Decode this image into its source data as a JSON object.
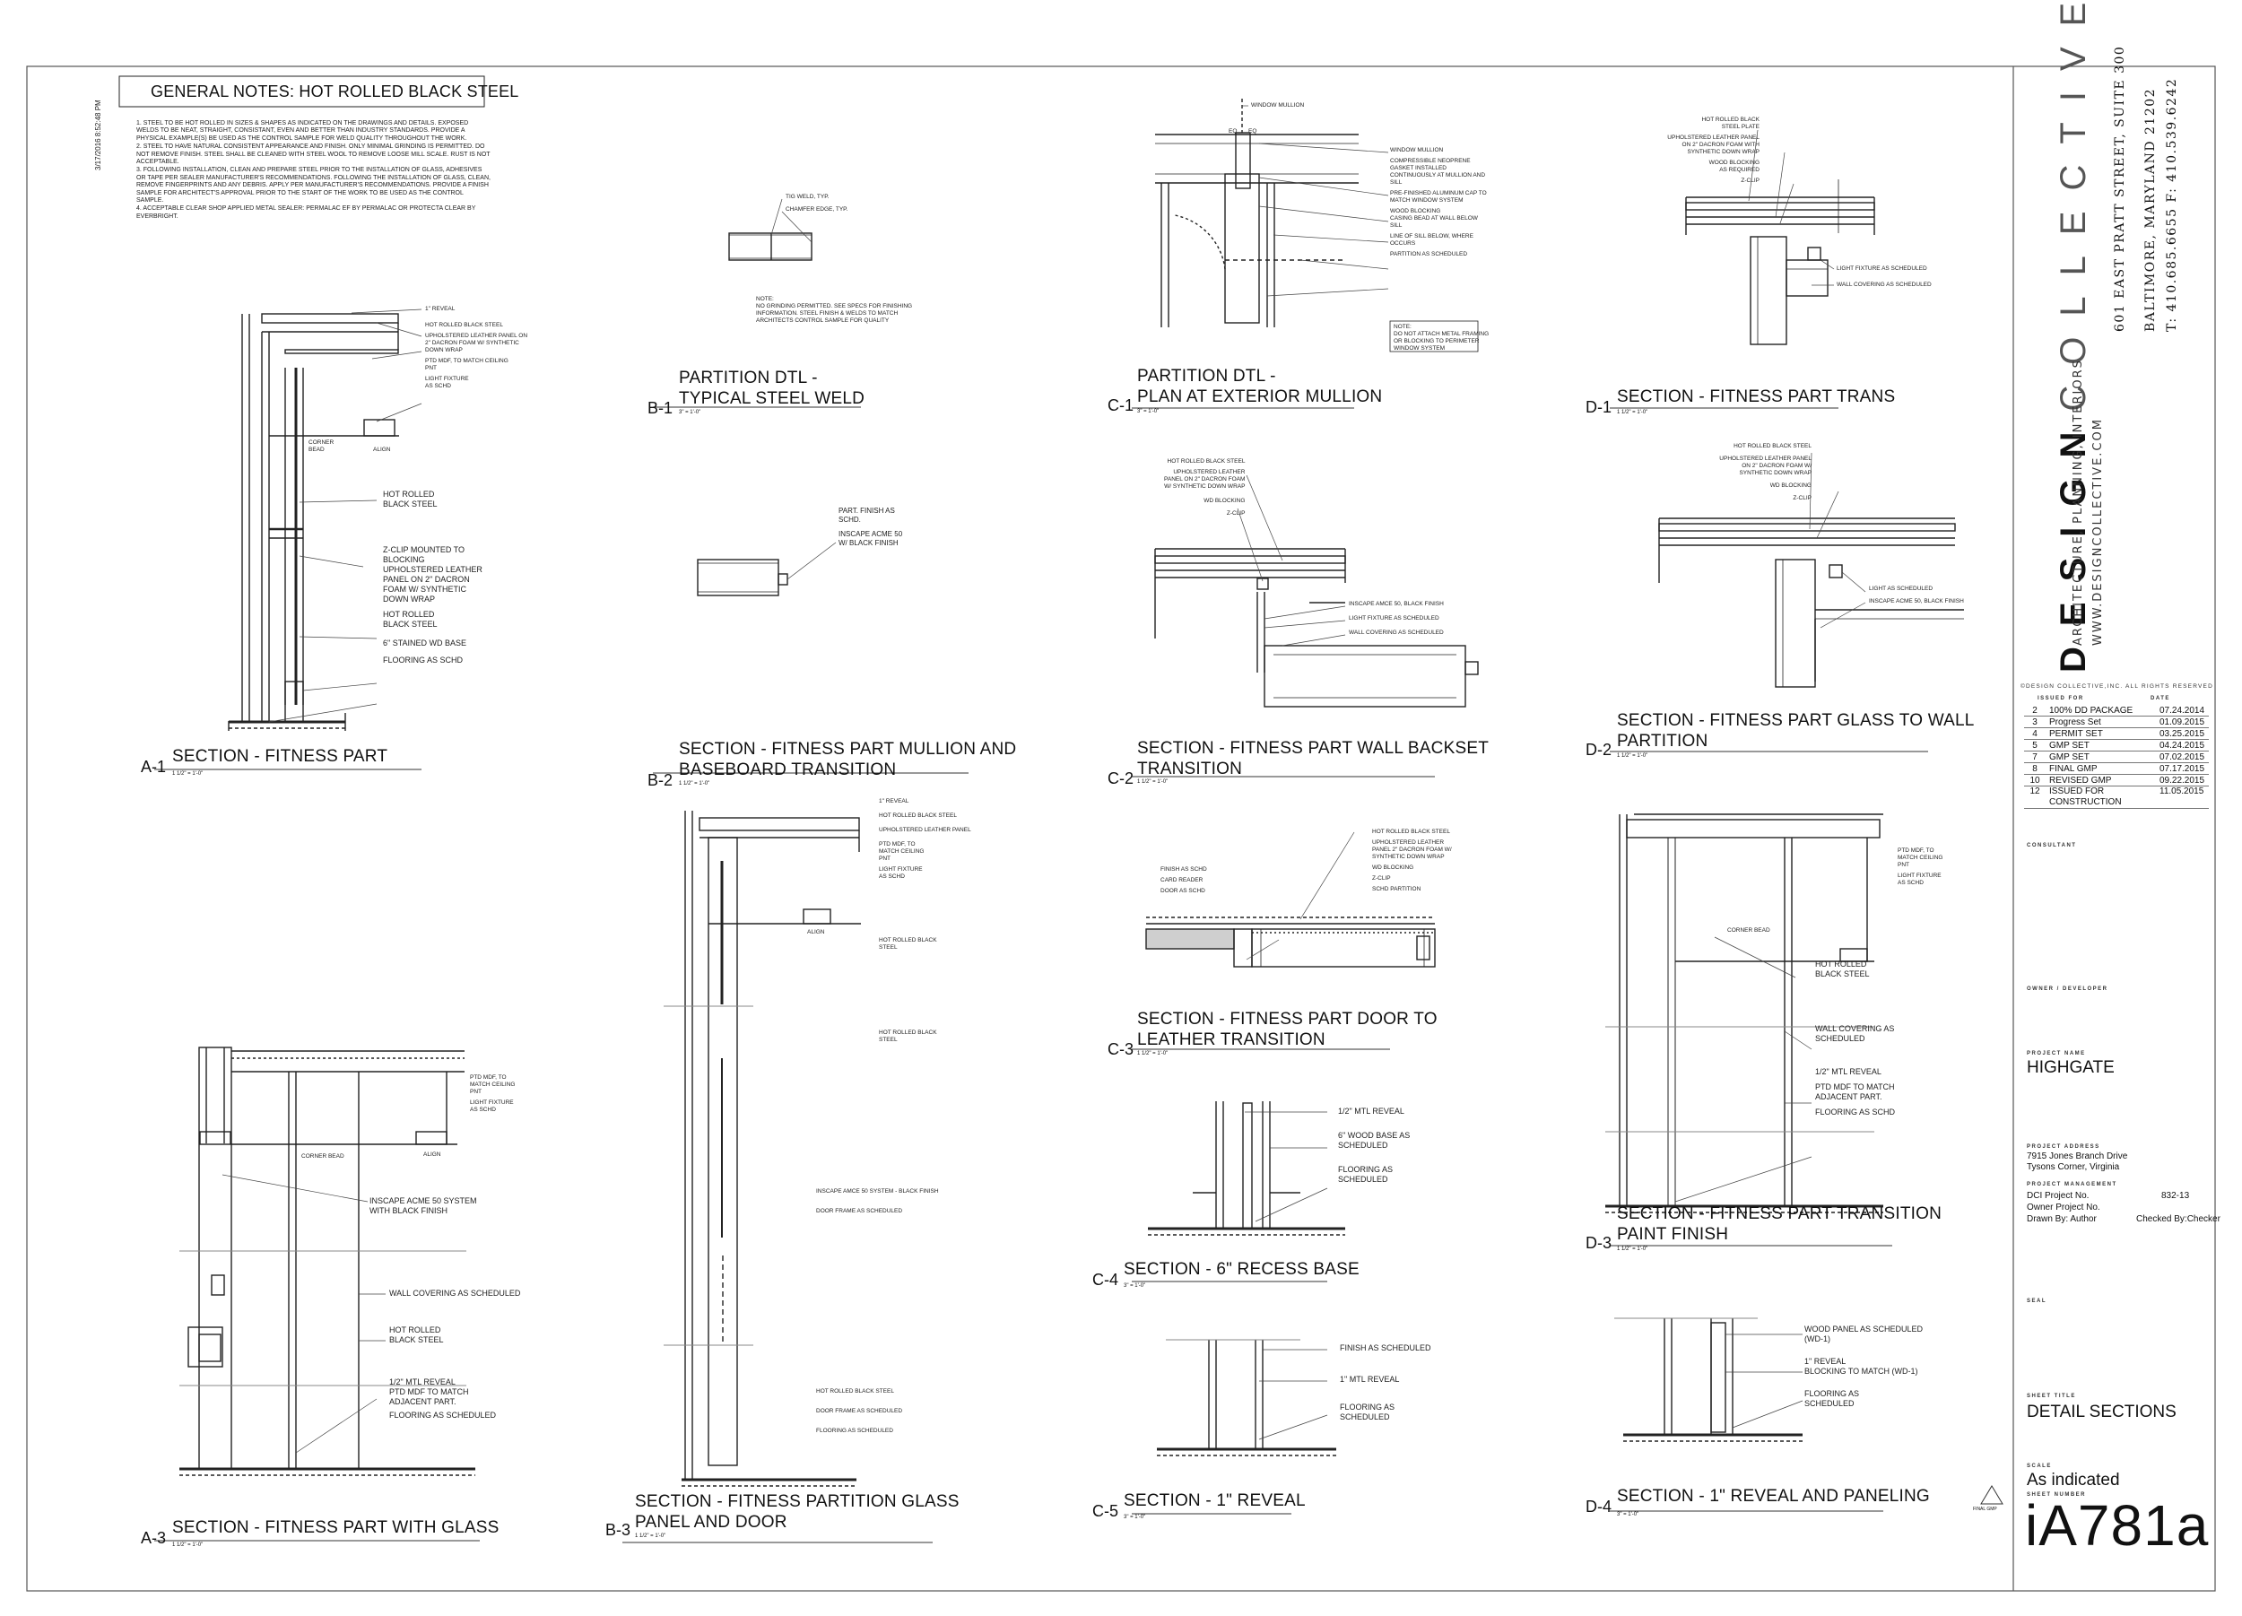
{
  "timestamp": "3/17/2016 8:52:48 PM",
  "general_notes": {
    "title": "GENERAL NOTES: HOT ROLLED BLACK STEEL",
    "items": [
      "1.   STEEL TO BE HOT ROLLED IN SIZES & SHAPES AS INDICATED ON THE DRAWINGS AND DETAILS. EXPOSED WELDS TO BE NEAT, STRAIGHT, CONSISTANT, EVEN AND BETTER THAN INDUSTRY STANDARDS. PROVIDE A PHYSICAL EXAMPLE(S) BE USED AS THE CONTROL SAMPLE FOR WELD QUALITY THROUGHOUT THE WORK.",
      "2.   STEEL TO HAVE NATURAL CONSISTENT APPEARANCE AND FINISH. ONLY MINIMAL GRINDING IS PERMITTED. DO NOT REMOVE FINISH. STEEL SHALL BE CLEANED WITH STEEL WOOL TO REMOVE LOOSE MILL SCALE. RUST IS NOT ACCEPTABLE.",
      "3.   FOLLOWING INSTALLATION, CLEAN AND PREPARE STEEL PRIOR TO THE INSTALLATION OF GLASS, ADHESIVES OR TAPE PER SEALER MANUFACTURER'S RECOMMENDATIONS. FOLLOWING THE INSTALLATION OF GLASS, CLEAN, REMOVE FINGERPRINTS AND ANY DEBRIS. APPLY PER MANUFACTURER'S RECOMMENDATIONS. PROVIDE A FINISH SAMPLE FOR ARCHITECT'S APPROVAL PRIOR TO THE START OF THE WORK TO BE USED AS THE CONTROL SAMPLE.",
      "4.   ACCEPTABLE CLEAR SHOP APPLIED METAL SEALER: PERMALAC EF BY PERMALAC OR PROTECTA CLEAR BY EVERBRIGHT."
    ]
  },
  "details": [
    {
      "tag": "A-1",
      "title": [
        "SECTION - FITNESS PART"
      ],
      "scale": "1 1/2\" = 1'-0\""
    },
    {
      "tag": "A-3",
      "title": [
        "SECTION - FITNESS PART WITH GLASS"
      ],
      "scale": "1 1/2\" = 1'-0\""
    },
    {
      "tag": "B-1",
      "title": [
        "PARTITION DTL -",
        "TYPICAL STEEL WELD"
      ],
      "scale": "3\" = 1'-0\""
    },
    {
      "tag": "B-2",
      "title": [
        "SECTION - FITNESS PART  MULLION AND",
        "BASEBOARD  TRANSITION"
      ],
      "scale": "1 1/2\" = 1'-0\""
    },
    {
      "tag": "B-3",
      "title": [
        "SECTION - FITNESS PARTITION GLASS",
        "PANEL AND  DOOR"
      ],
      "scale": "1 1/2\" = 1'-0\""
    },
    {
      "tag": "C-1",
      "title": [
        "PARTITION DTL -",
        "PLAN AT EXTERIOR MULLION"
      ],
      "scale": "3\" = 1'-0\""
    },
    {
      "tag": "C-2",
      "title": [
        "SECTION - FITNESS PART  WALL BACKSET",
        "TRANSITION"
      ],
      "scale": "1 1/2\" = 1'-0\""
    },
    {
      "tag": "C-3",
      "title": [
        "SECTION - FITNESS PART DOOR TO",
        "LEATHER TRANSITION"
      ],
      "scale": "1 1/2\" = 1'-0\""
    },
    {
      "tag": "C-4",
      "title": [
        "SECTION - 6\" RECESS BASE"
      ],
      "scale": "3\" = 1'-0\""
    },
    {
      "tag": "C-5",
      "title": [
        "SECTION - 1\" REVEAL"
      ],
      "scale": "3\" = 1'-0\""
    },
    {
      "tag": "D-1",
      "title": [
        "SECTION - FITNESS PART TRANS"
      ],
      "scale": "1 1/2\" = 1'-0\""
    },
    {
      "tag": "D-2",
      "title": [
        "SECTION - FITNESS PART GLASS TO WALL",
        "PARTITION"
      ],
      "scale": "1 1/2\" = 1'-0\""
    },
    {
      "tag": "D-3",
      "title": [
        "SECTION - FITNESS PART TRANSITION",
        "PAINT FINISH"
      ],
      "scale": "1 1/2\" = 1'-0\""
    },
    {
      "tag": "D-4",
      "title": [
        "SECTION - 1\" REVEAL AND PANELING"
      ],
      "scale": "3\" = 1'-0\""
    }
  ],
  "annotations": {
    "a1": [
      "1\" REVEAL",
      "HOT ROLLED BLACK STEEL",
      "UPHOLSTERED LEATHER PANEL ON",
      "2\" DACRON FOAM W/ SYNTHETIC",
      "DOWN WRAP",
      "PTD MDF, TO MATCH CEILING",
      "PNT",
      "LIGHT FIXTURE",
      "AS SCHD",
      "CORNER",
      "BEAD",
      "ALIGN",
      "HOT ROLLED",
      "BLACK STEEL",
      "Z-CLIP MOUNTED TO",
      "BLOCKING",
      "UPHOLSTERED LEATHER",
      "PANEL ON 2\" DACRON",
      "FOAM W/  SYNTHETIC",
      "DOWN WRAP",
      "HOT ROLLED",
      "BLACK  STEEL",
      "6\" STAINED WD BASE",
      "FLOORING AS SCHD"
    ],
    "a3": [
      "PTD MDF, TO",
      "MATCH CEILING",
      "PNT",
      "LIGHT FIXTURE",
      "AS SCHD",
      "CORNER BEAD",
      "ALIGN",
      "INSCAPE ACME 50 SYSTEM",
      "WITH BLACK FINISH",
      "WALL COVERING AS SCHEDULED",
      "HOT ROLLED",
      "BLACK STEEL",
      "1/2\" MTL REVEAL",
      "PTD MDF TO MATCH",
      "ADJACENT PART.",
      "FLOORING AS SCHEDULED"
    ],
    "b1": [
      "TIG WELD, TYP.",
      "CHAMFER EDGE, TYP.",
      "NOTE:",
      "NO GRINDING PERMITTED. SEE SPECS FOR FINISHING",
      "INFORMATION. STEEL FINISH & WELDS TO MATCH",
      "ARCHITECTS CONTROL SAMPLE FOR QUALITY"
    ],
    "b2": [
      "PART. FINISH AS",
      "SCHD.",
      "INSCAPE ACME 50",
      "W/ BLACK FINISH"
    ],
    "b3": [
      "1\" REVEAL",
      "HOT ROLLED BLACK STEEL",
      "UPHOLSTERED LEATHER PANEL",
      "PTD MDF, TO",
      "MATCH CEILING",
      "PNT",
      "LIGHT FIXTURE",
      "AS SCHD",
      "ALIGN",
      "HOT ROLLED BLACK",
      "STEEL",
      "HOT ROLLED BLACK",
      "STEEL",
      "INSCAPE AMCE 50 SYSTEM - BLACK FINISH",
      "DOOR FRAME AS SCHEDULED",
      "HOT ROLLED BLACK  STEEL",
      "DOOR FRAME AS SCHEDULED",
      "FLOORING AS SCHEDULED"
    ],
    "c1": [
      "WINDOW MULLION",
      "EQ",
      "EQ",
      "WINDOW MULLION",
      "COMPRESSIBLE NEOPRENE",
      "GASKET INSTALLED",
      "CONTINUOUSLY AT MULLION AND",
      "SILL",
      "PRE-FINISHED ALUMINUM CAP TO",
      "MATCH WINDOW SYSTEM",
      "WOOD BLOCKING",
      "CASING BEAD AT WALL BELOW",
      "SILL",
      "LINE OF SILL BELOW, WHERE",
      "OCCURS",
      "PARTITION AS SCHEDULED",
      "NOTE:",
      "DO NOT ATTACH METAL FRAMING",
      "OR BLOCKING TO PERIMETER",
      "WINDOW SYSTEM"
    ],
    "c2": [
      "HOT ROLLED BLACK  STEEL",
      "UPHOLSTERED LEATHER",
      "PANEL ON 2\" DACRON FOAM",
      "W/ SYNTHETIC DOWN WRAP",
      "WD BLOCKING",
      "Z-CLIP",
      "INSCAPE AMCE 50, BLACK FINISH",
      "LIGHT FIXTURE AS SCHEDULED",
      "WALL COVERING AS SCHEDULED"
    ],
    "c3": [
      "HOT ROLLED BLACK  STEEL",
      "UPHOLSTERED LEATHER",
      "PANEL  2\" DACRON FOAM W/",
      "SYNTHETIC DOWN WRAP",
      "WD BLOCKING",
      "Z-CLIP",
      "SCHD PARTITION",
      "FINISH AS SCHD",
      "CARD READER",
      "DOOR AS SCHD"
    ],
    "c4": [
      "1/2\" MTL REVEAL",
      "6\" WOOD BASE AS",
      "SCHEDULED",
      "FLOORING AS",
      "SCHEDULED"
    ],
    "c5": [
      "FINISH AS SCHEDULED",
      "1\" MTL REVEAL",
      "FLOORING AS",
      "SCHEDULED"
    ],
    "d1": [
      "HOT ROLLED BLACK",
      "STEEL PLATE",
      "UPHOLSTERED LEATHER PANEL",
      "ON 2\" DACRON FOAM WITH",
      "SYNTHETIC DOWN WRAP",
      "WOOD BLOCKING",
      "AS REQUIRED",
      "Z-CLIP",
      "LIGHT FIXTURE AS SCHEDULED",
      "WALL COVERING AS SCHEDULED"
    ],
    "d2": [
      "HOT ROLLED BLACK  STEEL",
      "UPHOLSTERED LEATHER PANEL",
      "ON 2\" DACRON FOAM W/",
      "SYNTHETIC DOWN WRAP",
      "WD BLOCKING",
      "Z-CLIP",
      "LIGHT AS SCHEDULED",
      "INSCAPE ACME 50, BLACK FINISH"
    ],
    "d3": [
      "PTD MDF, TO",
      "MATCH CEILING",
      "PNT",
      "LIGHT FIXTURE",
      "AS SCHD",
      "CORNER BEAD",
      "HOT ROLLED",
      "BLACK STEEL",
      "WALL COVERING AS",
      "SCHEDULED",
      "1/2\" MTL REVEAL",
      "PTD MDF TO MATCH",
      "ADJACENT PART.",
      "FLOORING AS SCHD"
    ],
    "d4": [
      "WOOD PANEL AS SCHEDULED",
      "(WD-1)",
      "1\" REVEAL",
      "BLOCKING TO MATCH (WD-1)",
      "FLOORING AS",
      "SCHEDULED"
    ]
  },
  "title_block": {
    "firm_bold": "DESIGN",
    "firm_light": "COLLECTIVE",
    "tagline": "ARCHITECTURE, PLANNING, INTERIORS",
    "website": "WWW.DESIGNCOLLECTIVE.COM",
    "address_1": "601 EAST PRATT STREET, SUITE 300",
    "address_2": "BALTIMORE, MARYLAND 21202",
    "phone": "T: 410.685.6655 F: 410.539.6242",
    "copyright": "©DESIGN COLLECTIVE,INC. ALL RIGHTS RESERVED",
    "issued_for_label": "ISSUED FOR",
    "date_label": "DATE",
    "revisions": [
      {
        "no": "2",
        "desc": "100% DD PACKAGE",
        "date": "07.24.2014"
      },
      {
        "no": "3",
        "desc": "Progress Set",
        "date": "01.09.2015"
      },
      {
        "no": "4",
        "desc": "PERMIT SET",
        "date": "03.25.2015"
      },
      {
        "no": "5",
        "desc": "GMP SET",
        "date": "04.24.2015"
      },
      {
        "no": "7",
        "desc": "GMP SET",
        "date": "07.02.2015"
      },
      {
        "no": "8",
        "desc": "FINAL GMP",
        "date": "07.17.2015"
      },
      {
        "no": "10",
        "desc": "REVISED GMP",
        "date": "09.22.2015"
      },
      {
        "no": "12",
        "desc": "ISSUED FOR CONSTRUCTION",
        "date": "11.05.2015"
      }
    ],
    "consultant_label": "CONSULTANT",
    "owner_label": "OWNER / DEVELOPER",
    "project_name_label": "PROJECT NAME",
    "project_name": "HIGHGATE",
    "project_address_label": "PROJECT ADDRESS",
    "project_address_1": "7915 Jones Branch Drive",
    "project_address_2": "Tysons Corner, Virginia",
    "project_management_label": "PROJECT MANAGEMENT",
    "dci_project_label": "DCI Project No.",
    "dci_project_no": "832-13",
    "owner_project_label": "Owner Project No.",
    "drawn_by": "Drawn By:  Author",
    "checked_by": "Checked By:Checker",
    "seal_label": "SEAL",
    "sheet_title_label": "SHEET TITLE",
    "sheet_title": "DETAIL SECTIONS",
    "scale_label": "SCALE",
    "scale": "As indicated",
    "sheet_number_label": "SHEET NUMBER",
    "sheet_number": "iA781a",
    "final_gmp_mark": "FINAL GMP"
  }
}
